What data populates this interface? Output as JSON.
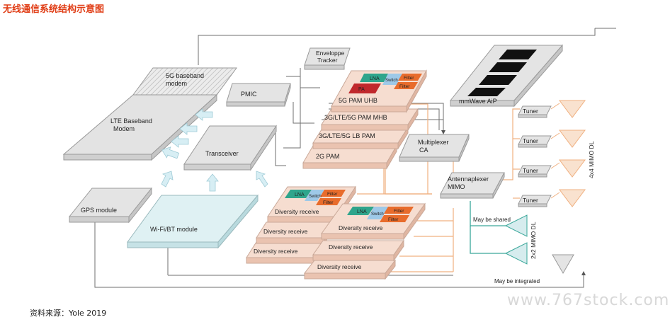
{
  "page": {
    "title": "无线通信系统结构示意图",
    "source": "资料来源：Yole 2019",
    "watermark": "www.767stock.com"
  },
  "blocks": {
    "baseband_5g": "5G baseband\nmodem",
    "lte_baseband": "LTE Baseband\nModem",
    "pmic": "PMIC",
    "transceiver": "Transceiver",
    "envelope_tracker": "Enveloppe\nTracker",
    "pam_5g_uhb": "5G PAM UHB",
    "pam_mhb": "3G/LTE/5G PAM MHB",
    "pam_lb": "3G/LTE/5G LB PAM",
    "pam_2g": "2G PAM",
    "multiplexer": "Multiplexer\nCA",
    "mmwave": "mmWave AiP",
    "antennaplexer": "Antennaplexer\nMIMO",
    "gps": "GPS module",
    "wifi_bt": "Wi-Fi/BT module",
    "diversity_receive": "Diversity receive",
    "tuner": "Tuner"
  },
  "chips": {
    "lna": "LNA",
    "switch": "Switch",
    "filter": "Filter",
    "pa": "PA"
  },
  "annotations": {
    "may_be_shared": "May be shared",
    "may_be_integrated": "May be integrated",
    "mimo_4x4": "4x4 MIMO DL",
    "mimo_2x2": "2x2 MIMO DL"
  },
  "colors": {
    "title_red": "#e03c14",
    "pam_fill": "#f6ddd0",
    "diversity_fill": "#f6ddd0",
    "wifi_fill": "#dff1f3",
    "grey_block": "#e4e4e4",
    "lna_chip": "#2fa58c",
    "switch_chip": "#9ec9e8",
    "filter_chip": "#e86c2c",
    "pa_chip": "#c0282c",
    "signal_orange": "#f0b080",
    "mimo_teal": "#3aa79a",
    "triangle_fill": "#d6ecee",
    "arrow_fill": "#d7eef4"
  }
}
